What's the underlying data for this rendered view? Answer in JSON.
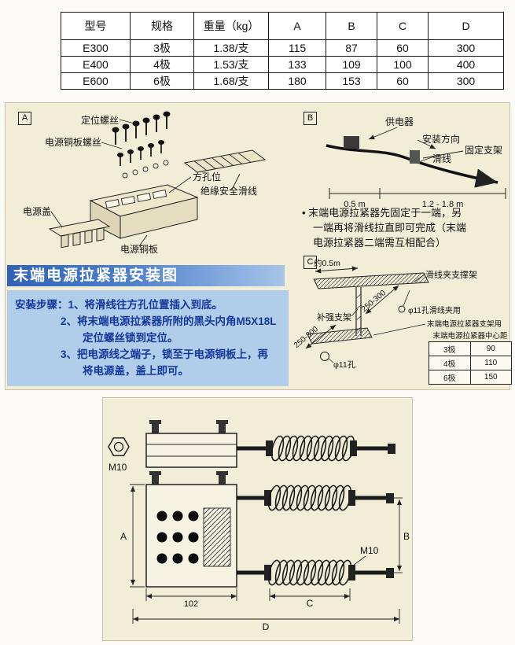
{
  "colors": {
    "banner_blue": "#2f62b8",
    "banner_blue_light": "#a8c4e6",
    "steps_panel_bg": "#b0cde9",
    "steps_text": "#14379c",
    "panel_bg": "#f2edd7"
  },
  "spec_table": {
    "headers": [
      "型号",
      "规格",
      "重量（kg）",
      "A",
      "B",
      "C",
      "D"
    ],
    "rows": [
      [
        "E300",
        "3极",
        "1.38/支",
        "115",
        "87",
        "60",
        "300"
      ],
      [
        "E400",
        "4极",
        "1.53/支",
        "133",
        "109",
        "100",
        "400"
      ],
      [
        "E600",
        "6极",
        "1.68/支",
        "180",
        "153",
        "60",
        "300"
      ]
    ]
  },
  "install_diagram": {
    "banner_title": "末端电源拉紧器安装图",
    "steps": [
      "安装步骤：1、将滑线往方孔位置插入到底。",
      "2、将末端电源拉紧器所附的黑头内角M5X18L",
      "定位螺丝锁到定位。",
      "3、把电源线之端子，锁至于电源铜板上，再",
      "将电源盖，盖上即可。"
    ]
  },
  "diagram_a": {
    "tag": "A",
    "labels": {
      "positioning_screw": "定位螺丝",
      "copper_plate_screw": "电源铜板螺丝",
      "square_hole": "方孔位",
      "insulated_safety_wire": "绝缘安全滑线",
      "power_cover": "电源盖",
      "power_copper_plate": "电源铜板"
    }
  },
  "diagram_b": {
    "tag": "B",
    "labels": {
      "power_feeder": "供电器",
      "install_direction": "安装方向",
      "slide_wire": "滑线",
      "fixed_bracket": "固定支架"
    },
    "dims": {
      "left": "0.5 m",
      "right": "1.2 - 1.8 m"
    },
    "note_lines": [
      "•  末端电源拉紧器先固定于一端，另",
      "一端再将滑线拉直即可完成（末端",
      "电源拉紧器二端需互相配合）"
    ]
  },
  "diagram_c": {
    "tag": "C",
    "labels": {
      "approx_length": "约0.5m",
      "wire_clamp_support": "滑线夹支撑架",
      "dim_upper": "250-300",
      "hole_wire_clamp": "φ11孔滑线夹用",
      "reinforce_bracket": "补强支架",
      "tensioner_bracket_use": "末端电源拉紧器支架用",
      "dim_lower": "250-300",
      "hole": "φ11孔"
    },
    "center_distance_table": {
      "title": "末端电源拉紧器中心距",
      "rows": [
        [
          "3极",
          "90"
        ],
        [
          "4极",
          "110"
        ],
        [
          "6极",
          "150"
        ]
      ]
    }
  },
  "dimension_drawing": {
    "nut_label": "M10",
    "bolt_label": "M10",
    "dim_102": "102",
    "dim_a": "A",
    "dim_b": "B",
    "dim_c": "C",
    "dim_d": "D"
  }
}
